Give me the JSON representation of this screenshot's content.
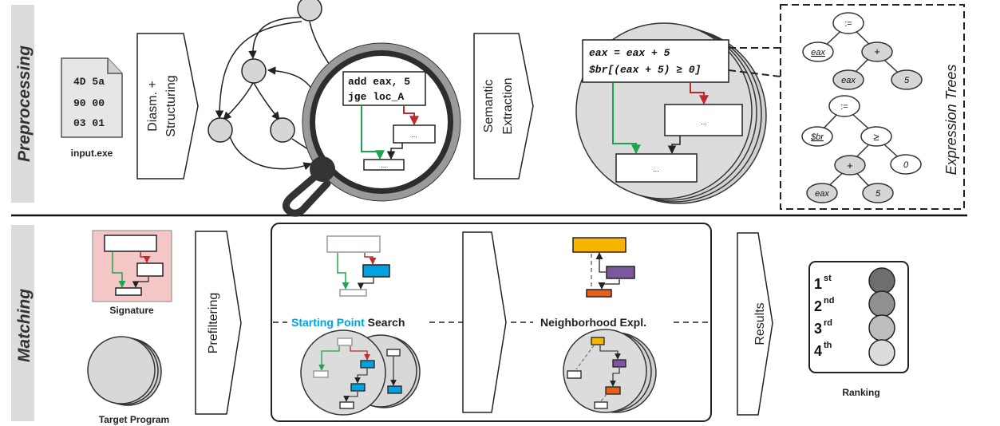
{
  "sections": {
    "preprocessing": "Preprocessing",
    "matching": "Matching"
  },
  "preprocessing": {
    "file_hex": [
      "4D 5a",
      "90 00",
      "03 01"
    ],
    "file_name": "input.exe",
    "step1": [
      "Diasm. +",
      "Structuring"
    ],
    "zoom_code": [
      "add eax, 5",
      "jge  loc_A"
    ],
    "zoom_box": "...",
    "step2": [
      "Semantic",
      "Extraction"
    ],
    "sem_code": [
      "eax = eax + 5",
      "$br[(eax + 5) ≥ 0]"
    ],
    "sem_box": "...",
    "expression_trees_label": "Expression Trees",
    "tree1": {
      "root": ":=",
      "left": "eax",
      "op": "+",
      "a": "eax",
      "b": "5"
    },
    "tree2": {
      "root": ":=",
      "left": "$br",
      "cmp": "≥",
      "op": "+",
      "a": "eax",
      "b": "5",
      "zero": "0"
    }
  },
  "matching": {
    "signature_label": "Signature",
    "target_label": "Target Program",
    "prefilter_label": "Prefiltering",
    "starting_point_prefix": "Starting Point",
    "starting_point_suffix": " Search",
    "neighborhood_label": "Neighborhood Expl.",
    "results_label": "Results",
    "ranking_label": "Ranking",
    "ranks": [
      {
        "num": "1",
        "sup": "st"
      },
      {
        "num": "2",
        "sup": "nd"
      },
      {
        "num": "3",
        "sup": "rd"
      },
      {
        "num": "4",
        "sup": "th"
      }
    ]
  },
  "colors": {
    "green": "#1aa64b",
    "red": "#c0292d",
    "cyan": "#00a3e0",
    "yellow": "#f7b500",
    "purple": "#7d56a0",
    "orange": "#e0621c",
    "node": "#d6d6d6",
    "band": "#dcdcdc",
    "signature_bg": "#f4c6c6"
  }
}
